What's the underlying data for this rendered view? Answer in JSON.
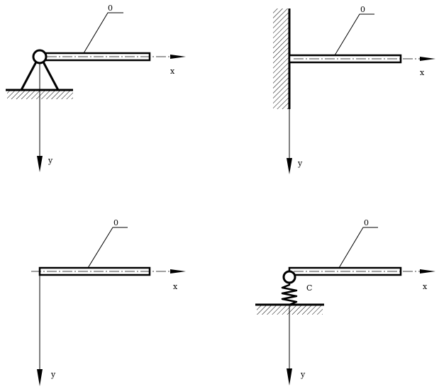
{
  "diagram": {
    "colors": {
      "ink": "#000000",
      "background": "#ffffff"
    },
    "panels": [
      {
        "id": "pinned",
        "support": "pin",
        "beam_label": "0",
        "x_label": "x",
        "y_label": "y"
      },
      {
        "id": "clamped",
        "support": "fixed-wall",
        "beam_label": "0",
        "x_label": "x",
        "y_label": "y"
      },
      {
        "id": "free",
        "support": "none",
        "beam_label": "0",
        "x_label": "x",
        "y_label": "y"
      },
      {
        "id": "spring",
        "support": "spring",
        "beam_label": "0",
        "x_label": "x",
        "y_label": "y",
        "spring_label": "C"
      }
    ]
  }
}
